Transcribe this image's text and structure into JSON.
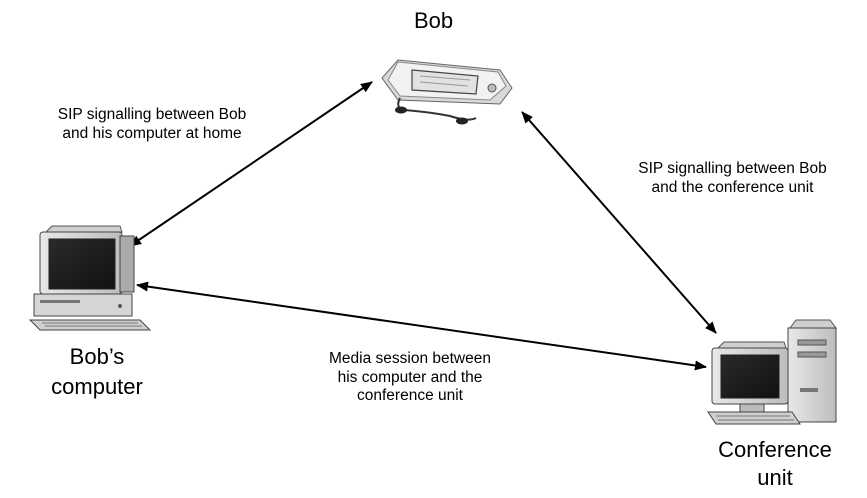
{
  "nodes": {
    "bob": {
      "label": "Bob",
      "icon": "pda-icon"
    },
    "bobs_computer": {
      "label_lines": [
        "Bob’s",
        "computer"
      ],
      "icon": "desktop-computer-icon"
    },
    "conference_unit": {
      "label_lines": [
        "Conference",
        "unit"
      ],
      "icon": "tower-computer-icon"
    }
  },
  "edges": {
    "bob_computer": {
      "label_lines": [
        "SIP signalling between Bob",
        "and his computer at home"
      ]
    },
    "bob_conference": {
      "label_lines": [
        "SIP signalling between Bob",
        "and the conference unit"
      ]
    },
    "computer_conference": {
      "label_lines": [
        "Media session between",
        "his computer and the",
        "conference unit"
      ]
    }
  }
}
